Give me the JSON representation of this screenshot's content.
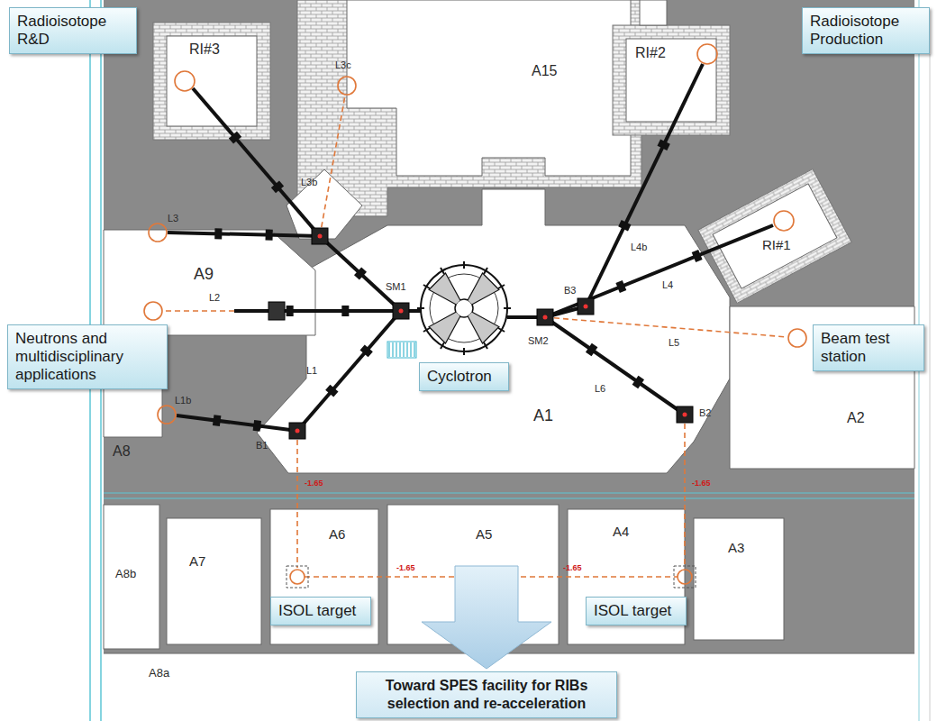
{
  "diagram": {
    "nodes": [
      {
        "text": [
          "Radioisotope R&D"
        ]
      },
      {
        "text": [
          "Radioisotope Production"
        ]
      },
      {
        "text": [
          "Neutrons and multidisciplinary applications"
        ]
      },
      {
        "text": [
          "Beam test station"
        ]
      },
      {
        "text": [
          "Cyclotron"
        ]
      },
      {
        "text": [
          "ISOL target"
        ]
      },
      {
        "text": [
          "ISOL target"
        ]
      },
      {
        "text": [
          "Toward SPES facility for RIBs selection and re-acceleration"
        ]
      }
    ],
    "labels": [
      "RI#3",
      "RI#2",
      "RI#1",
      "L3c",
      "L3b",
      "L3",
      "L2",
      "L1",
      "L1b",
      "B1",
      "SM1",
      "SM2",
      "B3",
      "L4b",
      "L4",
      "L5",
      "L6",
      "B2",
      "A15",
      "A9",
      "A8",
      "A1",
      "A2",
      "A7",
      "A6",
      "A5",
      "A4",
      "A3",
      "A8b",
      "A8a",
      "-1.65",
      "-1.65",
      "-1.65",
      "-1.65"
    ]
  }
}
